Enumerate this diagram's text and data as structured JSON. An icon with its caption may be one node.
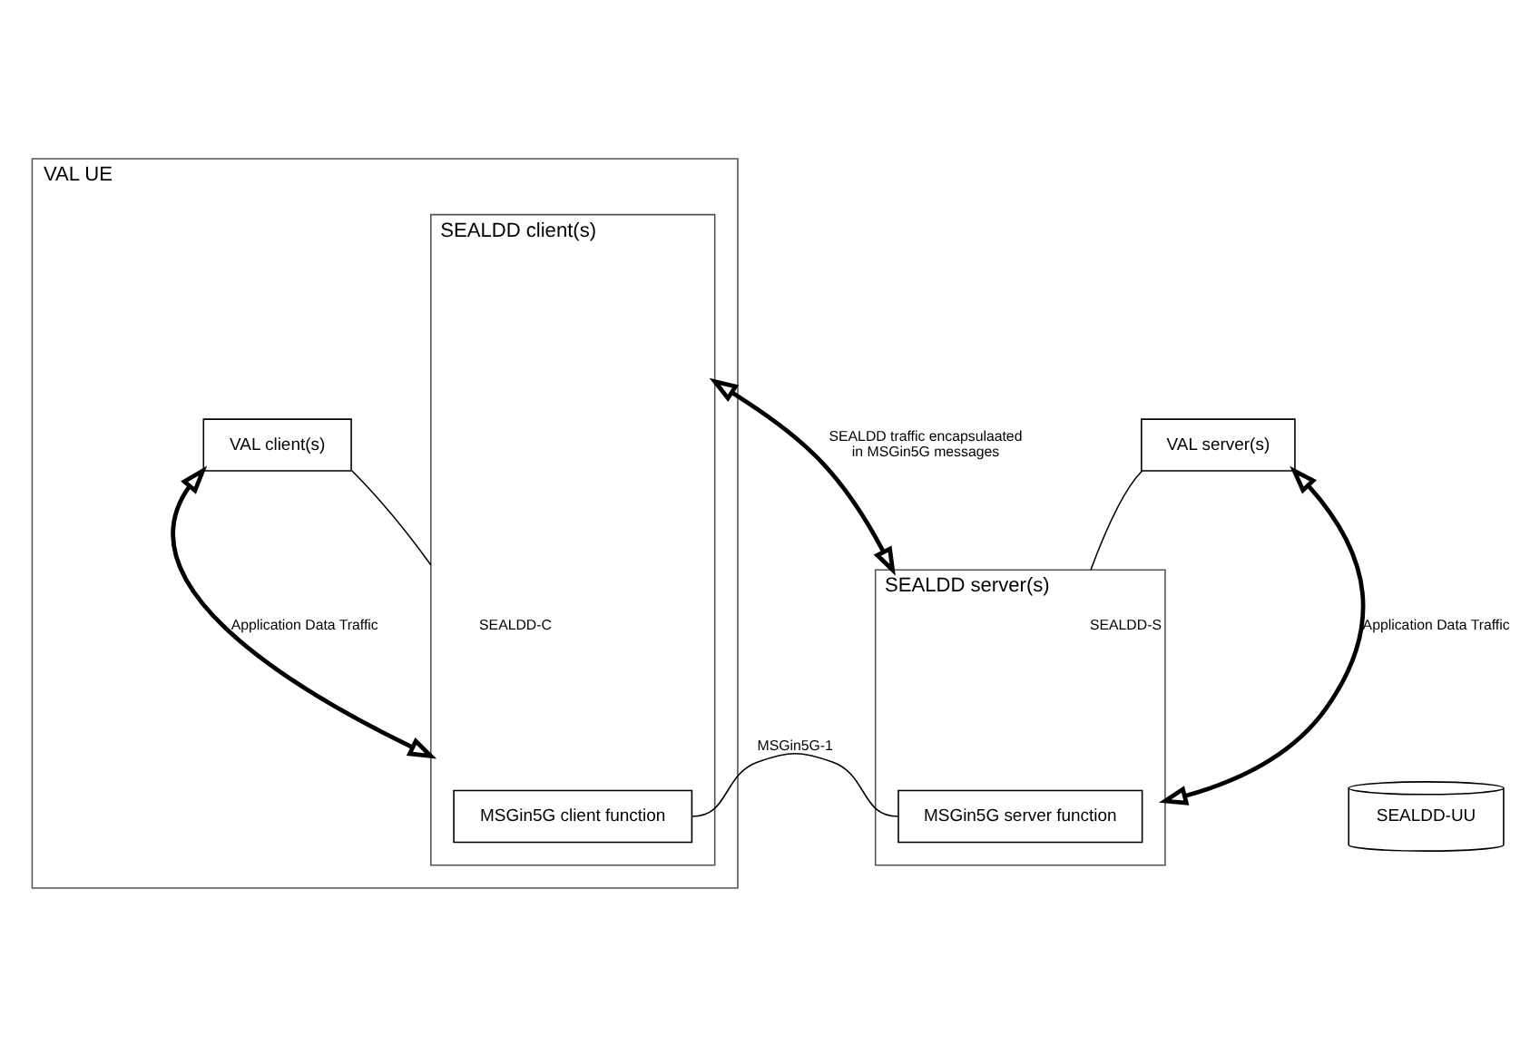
{
  "diagram": {
    "nodes": [
      {
        "text": [
          "VAL UE"
        ]
      },
      {
        "text": [
          "VAL client(s)"
        ],
        "in": 0
      },
      {
        "text": [
          "SEALDD client(s)"
        ],
        "in": 0
      },
      {
        "text": [
          "MSGin5G client function"
        ],
        "in": 2
      },
      {
        "text": [
          "SEALDD-UU"
        ]
      },
      {
        "text": [
          "VAL server(s)"
        ]
      },
      {
        "text": [
          "SEALDD server(s)"
        ]
      },
      {
        "text": [
          "MSGin5G server function"
        ],
        "in": 6
      }
    ],
    "edges": [
      {
        "from": 1,
        "to": 2,
        "arrow": "both",
        "label": "Application Data Traffic",
        "style": "thick"
      },
      {
        "from": 1,
        "to": 2,
        "arrow": "none",
        "label": "SEALDD-C"
      },
      {
        "from": 5,
        "to": 6,
        "arrow": "none",
        "label": "SEALDD-S"
      },
      {
        "from": 5,
        "to": 6,
        "arrow": "both",
        "label": "Application Data Traffic",
        "style": "thick"
      },
      {
        "from": 2,
        "to": 6,
        "arrow": "both",
        "label": "SEALDD traffic encapsulaated in MSGin5G messages",
        "style": "thick"
      },
      {
        "from": 3,
        "to": 7,
        "arrow": "none",
        "label": "MSGin5G-1"
      }
    ]
  }
}
